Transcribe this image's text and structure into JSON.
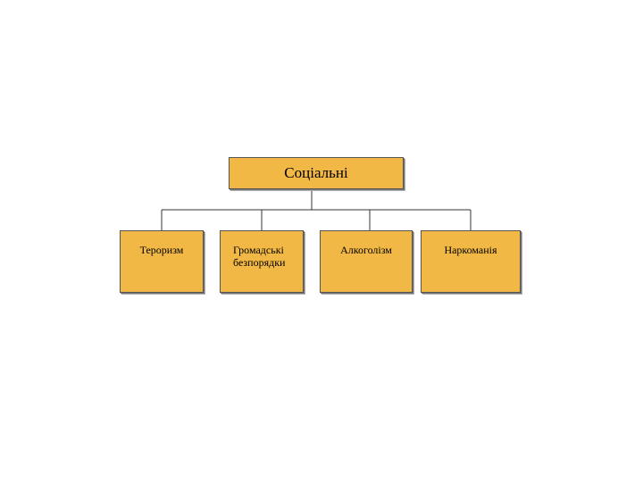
{
  "diagram": {
    "root": {
      "label": "Соціальні"
    },
    "children": [
      {
        "label": "Тероризм"
      },
      {
        "label": "Громадські безпорядки"
      },
      {
        "label": "Алкоголізм"
      },
      {
        "label": "Наркоманія"
      }
    ]
  },
  "colors": {
    "box_fill": "#f2b845",
    "box_border": "#555555",
    "connector": "#333333"
  }
}
